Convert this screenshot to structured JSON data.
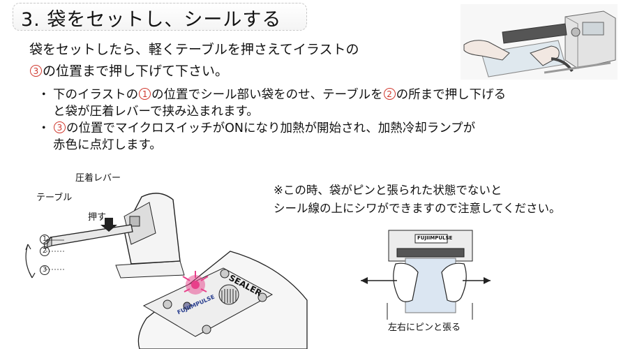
{
  "heading": {
    "number": "3.",
    "text": "袋をセットし、シールする"
  },
  "lead": {
    "line1": "袋をセットしたら、軽くテーブルを押さえてイラストの",
    "line2_mark": "3",
    "line2_text": "の位置まで押し下げて下さい。"
  },
  "bullets": {
    "b1_a": "下のイラストの",
    "b1_m1": "1",
    "b1_b": "の位置でシール部い袋をのせ、テーブルを",
    "b1_m2": "2",
    "b1_c": "の所まで押し下げる",
    "b1_line2": "と袋が圧着レバーで挟み込まれます。",
    "b2_m": "3",
    "b2_a": "の位置でマイクロスイッチがONになり加熱が開始され、加熱冷却ランプが",
    "b2_line2": "赤色に点灯します。"
  },
  "note": {
    "line1": "※この時、袋がピンと張られた状態でないと",
    "line2": "シール線の上にシワができますので注意してください。"
  },
  "diagram": {
    "lever_label": "圧着レバー",
    "table_label": "テーブル",
    "push_label": "押す",
    "pos1": "1",
    "pos2": "2",
    "pos3": "3",
    "sealer_text": "SEALER",
    "brand_text": "FUJIIMPULSE"
  },
  "hands": {
    "brand_text": "FUJIIMPULSE",
    "caption": "左右にピンと張る"
  },
  "colors": {
    "accent_red": "#d0392f",
    "lamp_pink": "#e8408a"
  }
}
